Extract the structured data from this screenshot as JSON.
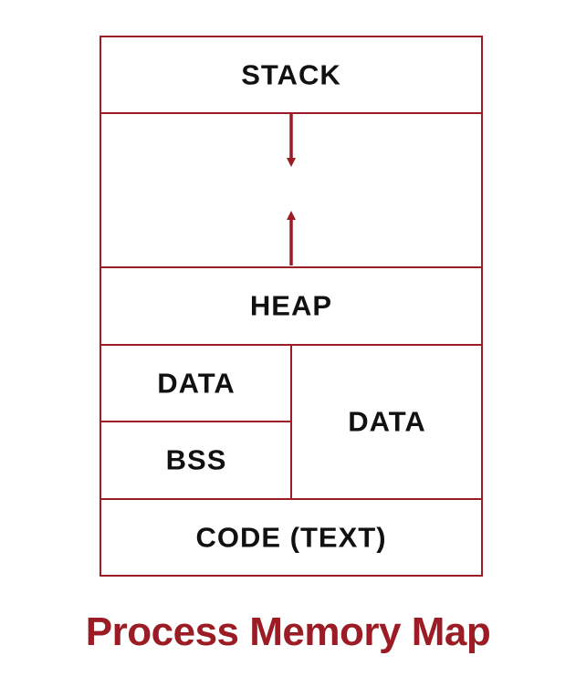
{
  "diagram": {
    "segments": {
      "stack": "STACK",
      "heap": "HEAP",
      "data_left": "DATA",
      "bss": "BSS",
      "data_right": "DATA",
      "code": "CODE (TEXT)"
    },
    "growth_arrows": {
      "stack": "down",
      "heap": "up"
    },
    "caption": "Process Memory Map"
  },
  "colors": {
    "accent": "#9b1c24",
    "text": "#111111",
    "background": "#ffffff"
  }
}
